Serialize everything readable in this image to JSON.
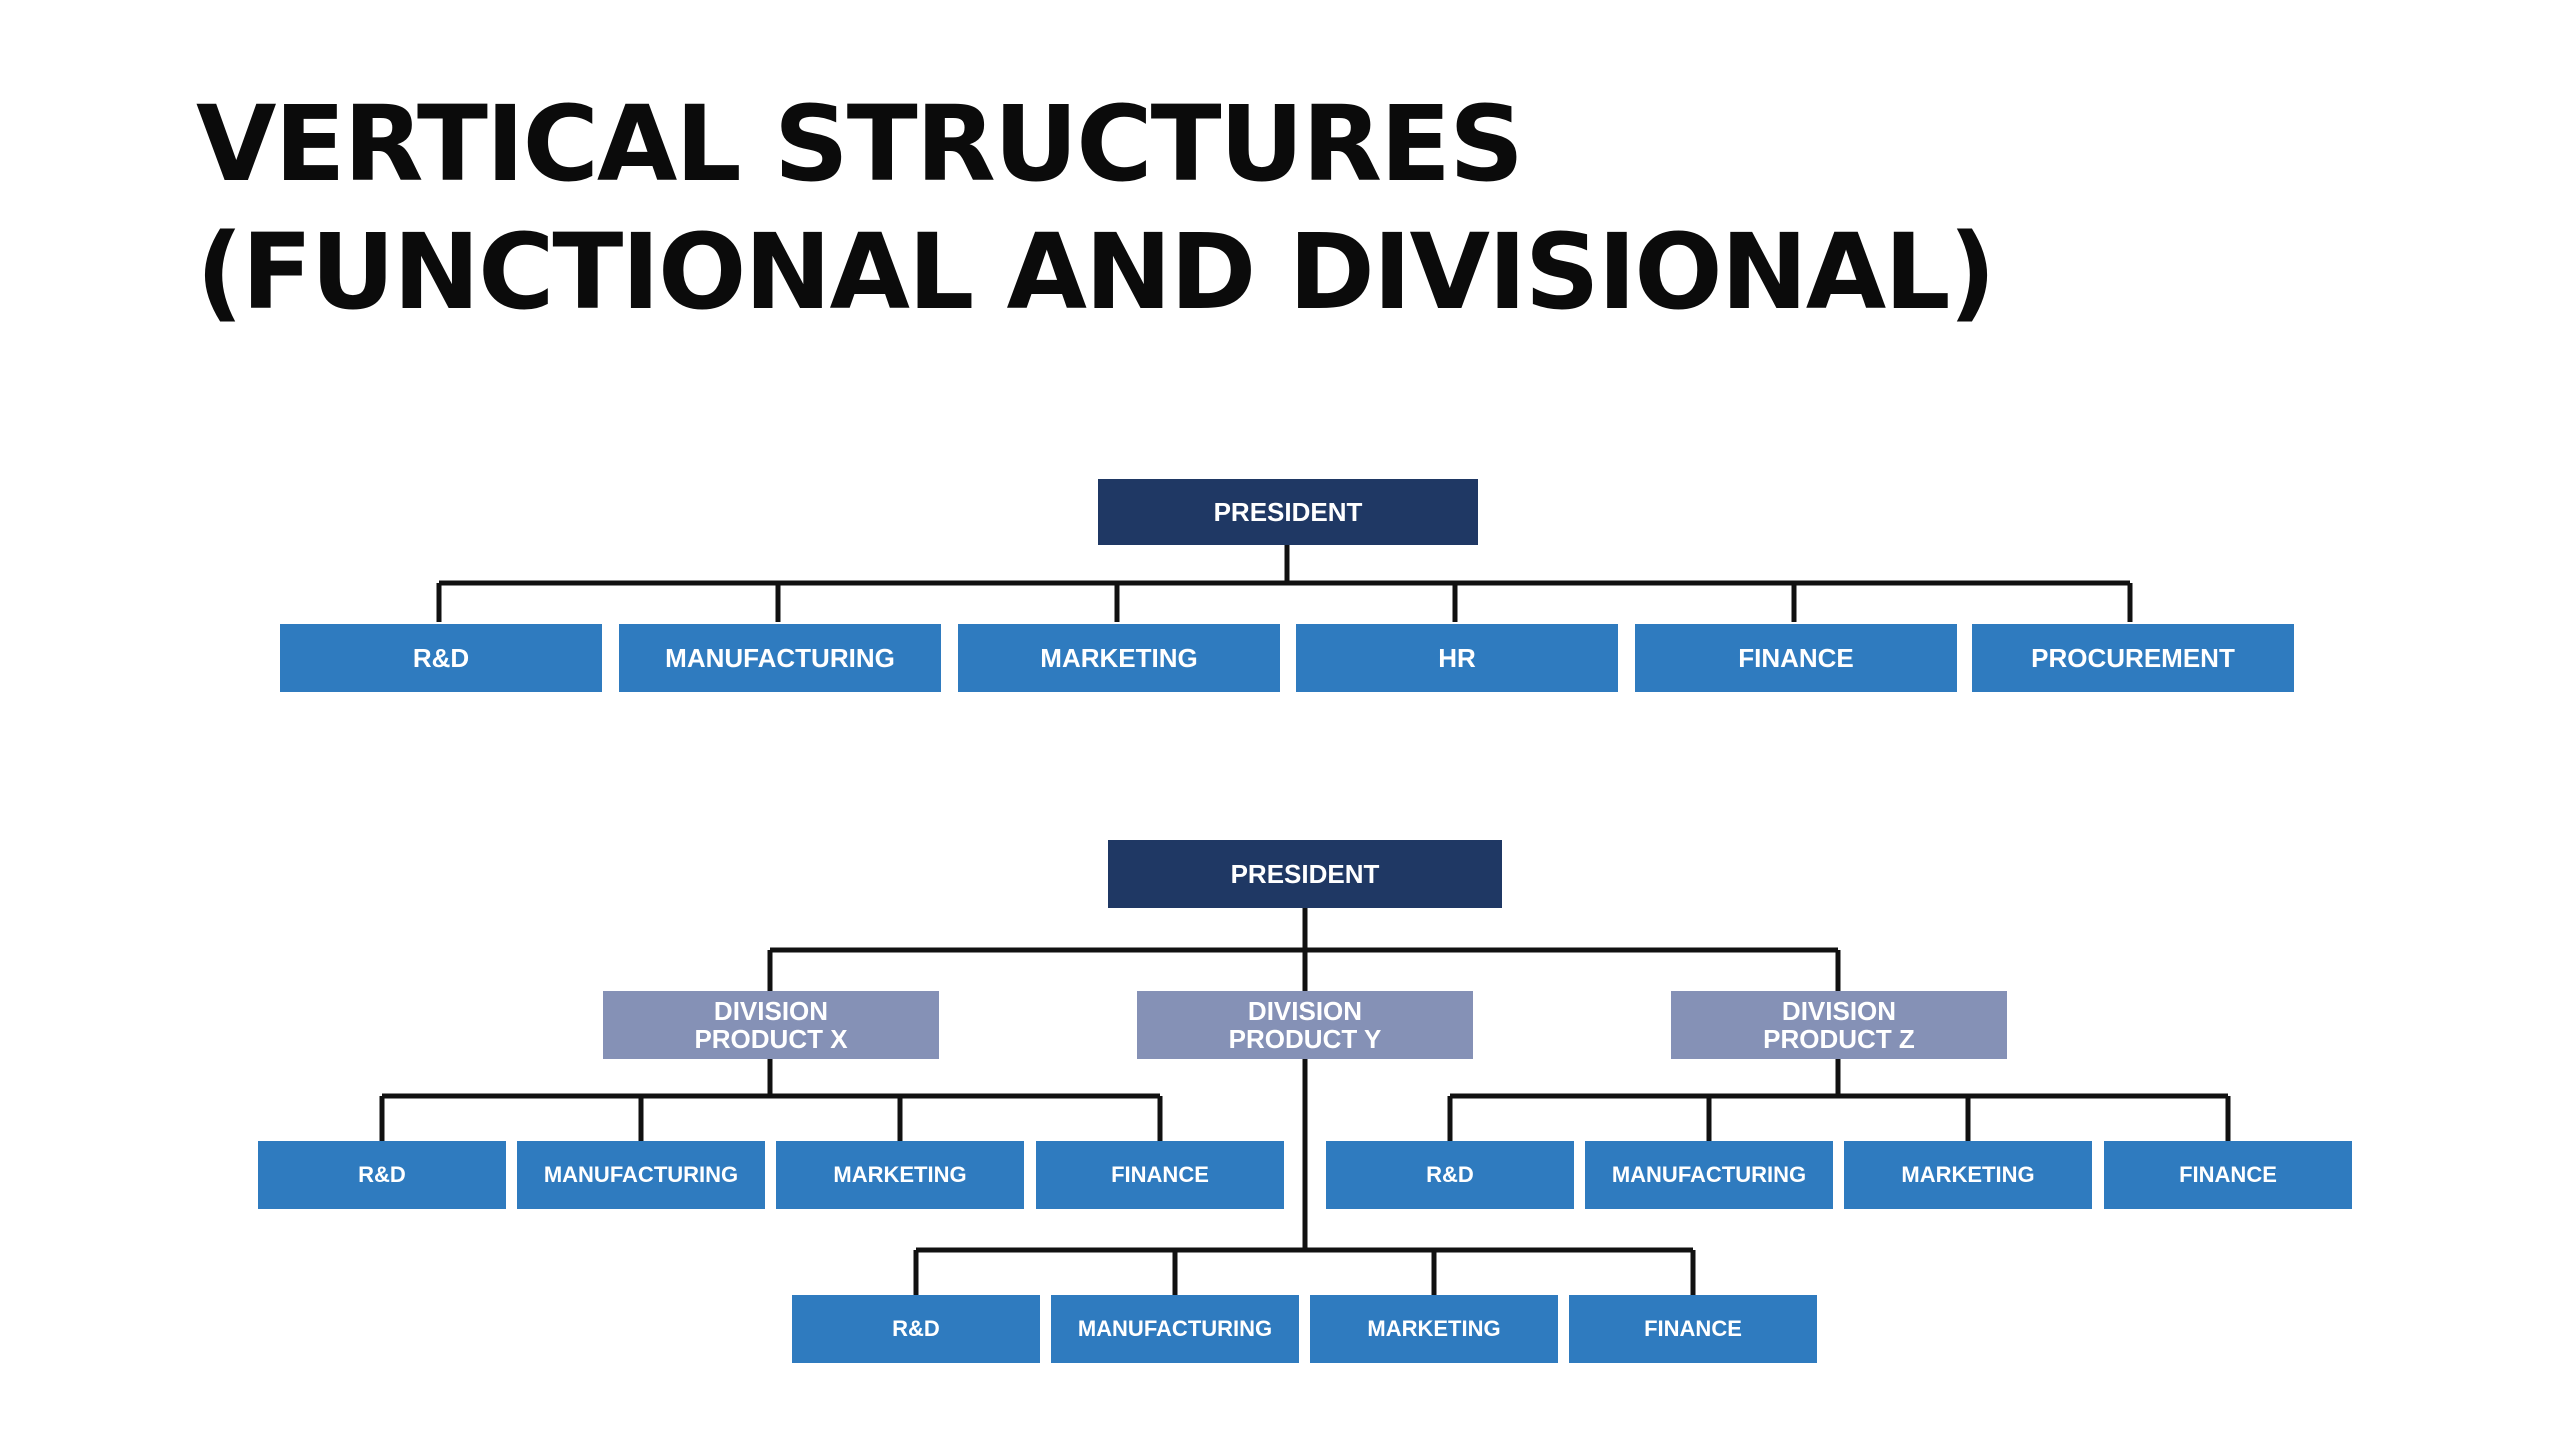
{
  "slide": {
    "title_line1": "VERTICAL STRUCTURES",
    "title_line2": "(FUNCTIONAL AND DIVISIONAL)"
  },
  "functional": {
    "president": "PRESIDENT",
    "departments": [
      "R&D",
      "MANUFACTURING",
      "MARKETING",
      "HR",
      "FINANCE",
      "PROCUREMENT"
    ]
  },
  "divisional": {
    "president": "PRESIDENT",
    "divisions": [
      {
        "line1": "DIVISION",
        "line2": "PRODUCT X",
        "departments": [
          "R&D",
          "MANUFACTURING",
          "MARKETING",
          "FINANCE"
        ]
      },
      {
        "line1": "DIVISION",
        "line2": "PRODUCT Y",
        "departments": [
          "R&D",
          "MANUFACTURING",
          "MARKETING",
          "FINANCE"
        ]
      },
      {
        "line1": "DIVISION",
        "line2": "PRODUCT Z",
        "departments": [
          "R&D",
          "MANUFACTURING",
          "MARKETING",
          "FINANCE"
        ]
      }
    ]
  },
  "colors": {
    "president": "#1f3864",
    "department": "#2f7bbf",
    "division": "#8591b6",
    "connector": "#111111"
  }
}
